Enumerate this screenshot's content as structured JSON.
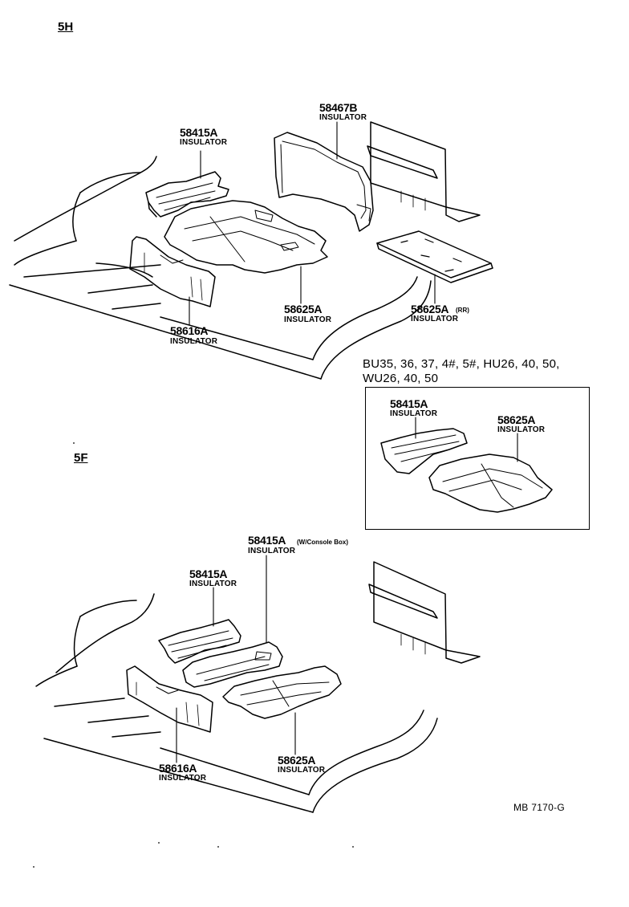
{
  "sections": {
    "top": "5H",
    "bottom": "5F"
  },
  "top_diagram": {
    "p58415a": {
      "part": "58415A",
      "name": "INSULATOR"
    },
    "p58467b": {
      "part": "58467B",
      "name": "INSULATOR"
    },
    "p58625a": {
      "part": "58625A",
      "name": "INSULATOR"
    },
    "p58625a_rr": {
      "part": "58625A",
      "suffix": "(RR)",
      "name": "INSULATOR"
    },
    "p58616a": {
      "part": "58616A",
      "name": "INSULATOR"
    }
  },
  "inset": {
    "applicability_line1": "BU35, 36, 37, 4#, 5#, HU26, 40, 50,",
    "applicability_line2": "WU26, 40, 50",
    "p58415a": {
      "part": "58415A",
      "name": "INSULATOR"
    },
    "p58625a": {
      "part": "58625A",
      "name": "INSULATOR"
    }
  },
  "bottom_diagram": {
    "p58415a_console": {
      "part": "58415A",
      "suffix": "(W/Console Box)",
      "name": "INSULATOR"
    },
    "p58415a": {
      "part": "58415A",
      "name": "INSULATOR"
    },
    "p58616a": {
      "part": "58616A",
      "name": "INSULATOR"
    },
    "p58625a": {
      "part": "58625A",
      "name": "INSULATOR"
    }
  },
  "figure_code": "MB 7170-G"
}
